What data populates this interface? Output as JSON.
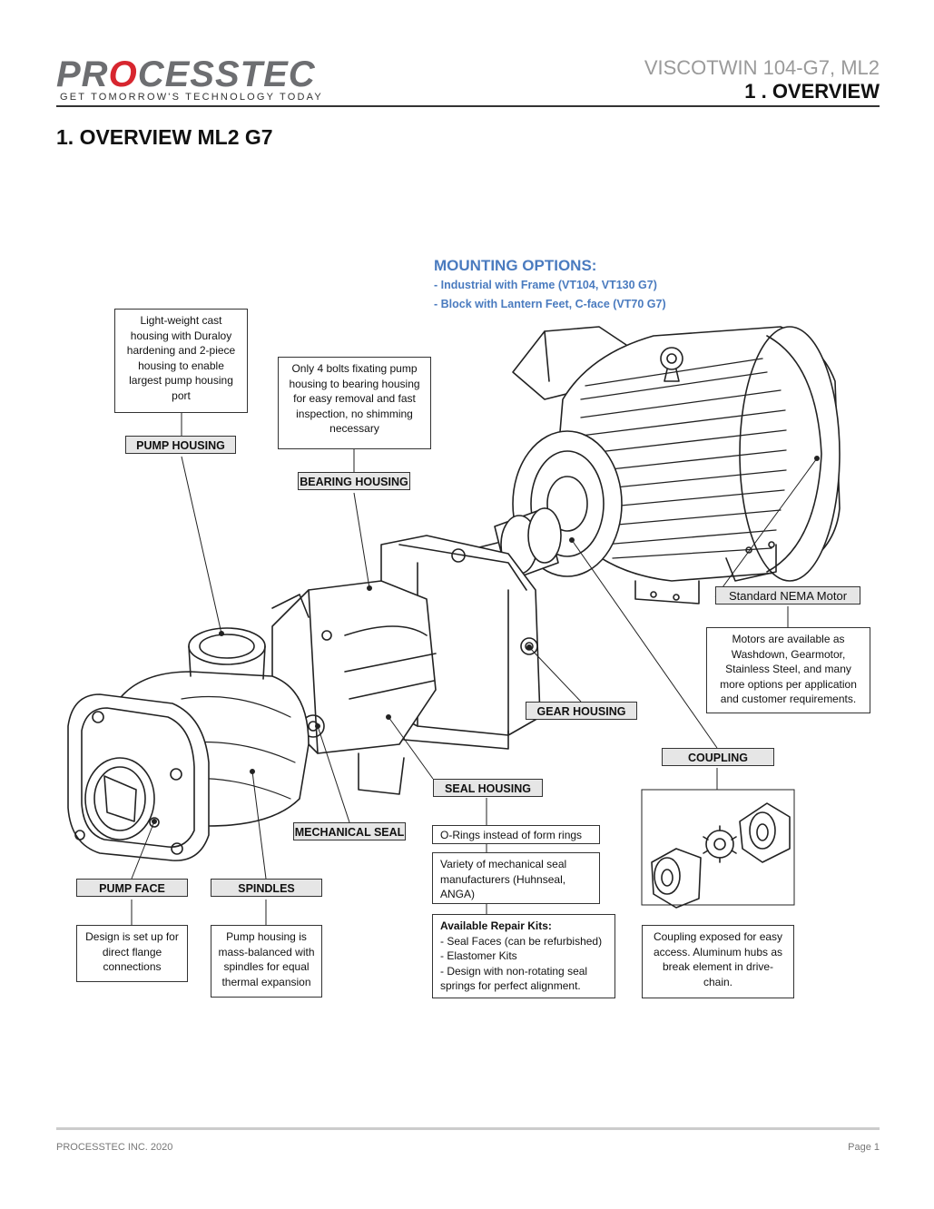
{
  "header": {
    "logo_main_1": "PR",
    "logo_accent": "O",
    "logo_main_2": "CESSTEC",
    "tagline": "GET TOMORROW'S TECHNOLOGY TODAY",
    "doc_title": "VISCOTWIN 104-G7, ML2",
    "doc_section": "1 . OVERVIEW"
  },
  "page_title": "1. OVERVIEW ML2 G7",
  "mounting": {
    "title": "MOUNTING OPTIONS:",
    "items": [
      "- Industrial with Frame (VT104, VT130 G7)",
      "- Block with Lantern Feet, C-face (VT70 G7)"
    ]
  },
  "tags": {
    "pump_housing": "PUMP HOUSING",
    "bearing_housing": "BEARING HOUSING",
    "gear_housing": "GEAR HOUSING",
    "seal_housing": "SEAL HOUSING",
    "mechanical_seal": "MECHANICAL SEAL",
    "pump_face": "PUMP FACE",
    "spindles": "SPINDLES",
    "coupling": "COUPLING",
    "motor": "Standard NEMA Motor"
  },
  "notes": {
    "pump_housing": "Light-weight cast housing with Duraloy hardening and 2-piece housing to enable largest pump housing port",
    "bearing_housing": "Only 4 bolts fixating pump housing to bearing housing for easy removal and fast inspection, no shimming necessary",
    "motor": "Motors are available as Washdown, Gearmotor, Stainless Steel, and  many more options per application and customer requirements.",
    "seal_orings": "O-Rings instead of form rings",
    "seal_variety": "Variety of mechanical seal manufacturers (Huhnseal, ANGA)",
    "repair_title": "Available Repair Kits:",
    "repair_items": [
      "- Seal Faces (can be refurbished)",
      "- Elastomer Kits",
      "- Design with non-rotating seal springs for perfect alignment."
    ],
    "pump_face": "Design is set up for direct flange connections",
    "spindles": "Pump housing is mass-balanced with spindles for equal thermal expansion",
    "coupling": "Coupling exposed for easy access.  Aluminum hubs as break element in drive-chain."
  },
  "footer": {
    "left": "PROCESSTEC INC. 2020",
    "right": "Page 1"
  }
}
